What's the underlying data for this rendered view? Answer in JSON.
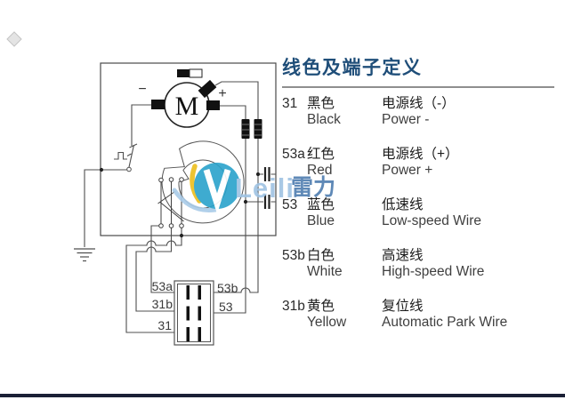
{
  "title": "线色及端子定义",
  "table": {
    "rows": [
      {
        "terminal": "31",
        "color_zh": "黑色",
        "color_en": "Black",
        "function_zh": "电源线（-）",
        "function_en": "Power -"
      },
      {
        "terminal": "53a",
        "color_zh": "红色",
        "color_en": "Red",
        "function_zh": "电源线（+）",
        "function_en": "Power +"
      },
      {
        "terminal": "53",
        "color_zh": "蓝色",
        "color_en": "Blue",
        "function_zh": "低速线",
        "function_en": "Low-speed Wire"
      },
      {
        "terminal": "53b",
        "color_zh": "白色",
        "color_en": "White",
        "function_zh": "高速线",
        "function_en": "High-speed Wire"
      },
      {
        "terminal": "31b",
        "color_zh": "黄色",
        "color_en": "Yellow",
        "function_zh": "复位线",
        "function_en": "Automatic Park Wire"
      }
    ]
  },
  "diagram": {
    "motor_label": "M",
    "plus_label": "+",
    "minus_label": "−",
    "pins": {
      "left_top": "53a",
      "right_top": "53b",
      "left_mid": "31b",
      "right_mid": "53",
      "left_bot": "31"
    }
  },
  "watermark": {
    "latin": "Leili",
    "cjk": "雷力"
  },
  "colors": {
    "title_blue": "#1F4E79",
    "bottom_bar": "#1b2036",
    "watermark_teal": "#2AA3CB",
    "watermark_latin": "#9FC3E3",
    "watermark_cjk": "#4E7DB0",
    "watermark_gold": "#EDBE1C"
  }
}
